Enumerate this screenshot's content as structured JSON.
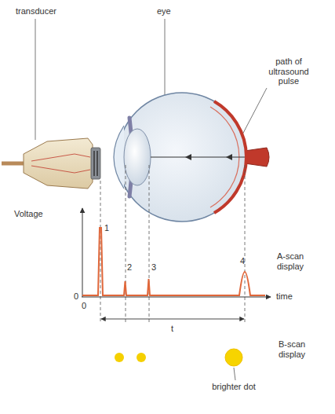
{
  "diagram": {
    "labels": [
      "transducer",
      "eye",
      "path of ultrasound pulse",
      "Voltage",
      "1",
      "2",
      "3",
      "4",
      "A-scan display",
      "0",
      "0",
      "time",
      "t",
      "B-scan display",
      "brighter dot"
    ]
  }
}
